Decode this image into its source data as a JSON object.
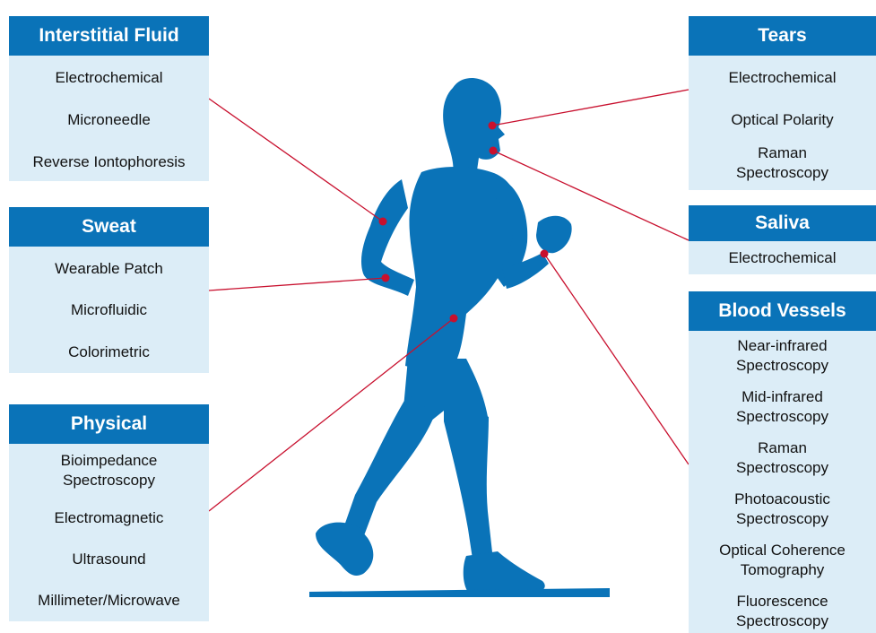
{
  "colors": {
    "header": "#0a73b8",
    "panel": "#dcedf7",
    "figure": "#0a73b8",
    "connector": "#c8102e"
  },
  "panels": {
    "interstitial_fluid": {
      "title": "Interstitial Fluid",
      "items": [
        "Electrochemical",
        "Microneedle",
        "Reverse Iontophoresis"
      ]
    },
    "sweat": {
      "title": "Sweat",
      "items": [
        "Wearable Patch",
        "Microfluidic",
        "Colorimetric"
      ]
    },
    "physical": {
      "title": "Physical",
      "items": [
        "Bioimpedance\nSpectroscopy",
        "Electromagnetic",
        "Ultrasound",
        "Millimeter/Microwave"
      ]
    },
    "tears": {
      "title": "Tears",
      "items": [
        "Electrochemical",
        "Optical Polarity",
        "Raman\nSpectroscopy"
      ]
    },
    "saliva": {
      "title": "Saliva",
      "items": [
        "Electrochemical"
      ]
    },
    "blood_vessels": {
      "title": "Blood Vessels",
      "items": [
        "Near-infrared\nSpectroscopy",
        "Mid-infrared\nSpectroscopy",
        "Raman\nSpectroscopy",
        "Photoacoustic\nSpectroscopy",
        "Optical Coherence\nTomography",
        "Fluorescence\nSpectroscopy"
      ]
    }
  }
}
